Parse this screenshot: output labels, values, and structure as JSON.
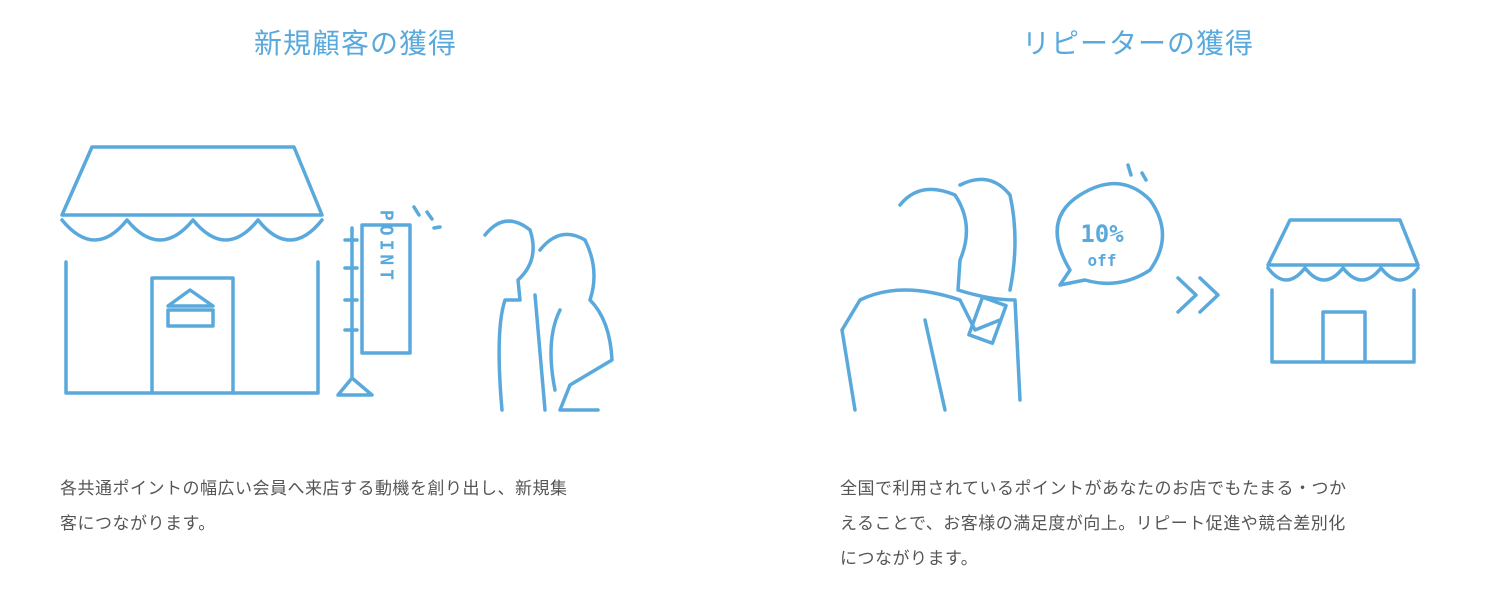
{
  "colors": {
    "accent": "#5aa9dc",
    "text": "#555555"
  },
  "sections": [
    {
      "title": "新規顧客の獲得",
      "illustration_text": "POINT",
      "description_lines": [
        "各共通ポイントの幅広い会員へ来店する動機を創り出し、新規集",
        "客につながります。"
      ]
    },
    {
      "title": "リピーターの獲得",
      "illustration_text": {
        "percent": "10%",
        "off": "off"
      },
      "description_lines": [
        "全国で利用されているポイントがあなたのお店でもたまる・つか",
        "えることで、お客様の満足度が向上。リピート促進や競合差別化",
        "につながります。"
      ]
    }
  ]
}
